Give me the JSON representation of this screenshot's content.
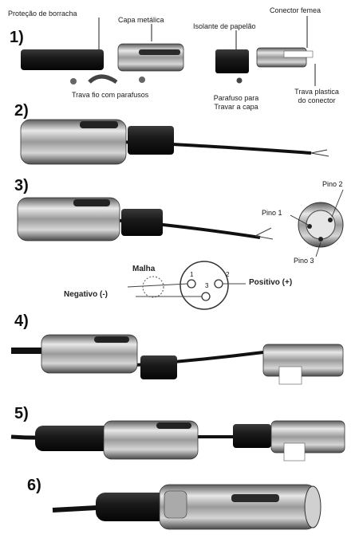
{
  "steps": [
    "1)",
    "2)",
    "3)",
    "4)",
    "5)",
    "6)"
  ],
  "labels": {
    "rubber_protection": "Proteção de borracha",
    "metal_cap": "Capa metálica",
    "paper_insulator": "Isolante de papelão",
    "female_connector": "Conector femea",
    "cable_clamp": "Trava fio com parafusos",
    "cap_screw_line1": "Parafuso para",
    "cap_screw_line2": "Travar a capa",
    "plastic_lock_line1": "Trava plastica",
    "plastic_lock_line2": "do conector"
  },
  "pins": {
    "pin1": "Pino 1",
    "pin2": "Pino 2",
    "pin3": "Pino 3"
  },
  "schematic": {
    "shield": "Malha",
    "negative": "Negativo (-)",
    "positive": "Positivo (+)",
    "n1": "1",
    "n2": "2",
    "n3": "3"
  },
  "colors": {
    "metal": "#b8b8b8",
    "rubber": "#1e1e1e",
    "cable": "#111111"
  }
}
